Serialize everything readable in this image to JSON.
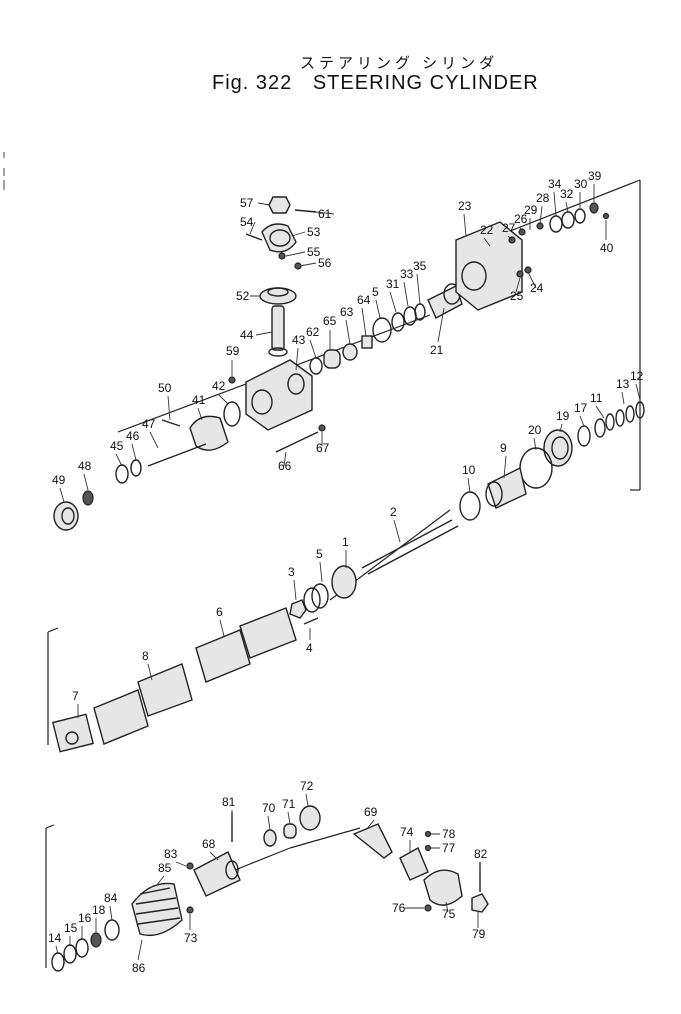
{
  "header": {
    "title_jp": "ステアリング シリンダ",
    "fig_label": "Fig. 322",
    "title": "STEERING CYLINDER"
  },
  "callouts": [
    "57",
    "61",
    "54",
    "53",
    "55",
    "56",
    "52",
    "44",
    "59",
    "62",
    "65",
    "63",
    "64",
    "5",
    "31",
    "33",
    "35",
    "43",
    "21",
    "23",
    "22",
    "27",
    "26",
    "28",
    "29",
    "34",
    "32",
    "30",
    "39",
    "40",
    "25",
    "24",
    "50",
    "42",
    "41",
    "47",
    "46",
    "45",
    "48",
    "49",
    "66",
    "67",
    "12",
    "13",
    "11",
    "17",
    "19",
    "20",
    "9",
    "10",
    "2",
    "1",
    "5",
    "3",
    "6",
    "4",
    "8",
    "7",
    "81",
    "70",
    "71",
    "72",
    "69",
    "68",
    "83",
    "85",
    "84",
    "74",
    "78",
    "77",
    "82",
    "76",
    "75",
    "79",
    "73",
    "18",
    "16",
    "15",
    "14",
    "86"
  ]
}
